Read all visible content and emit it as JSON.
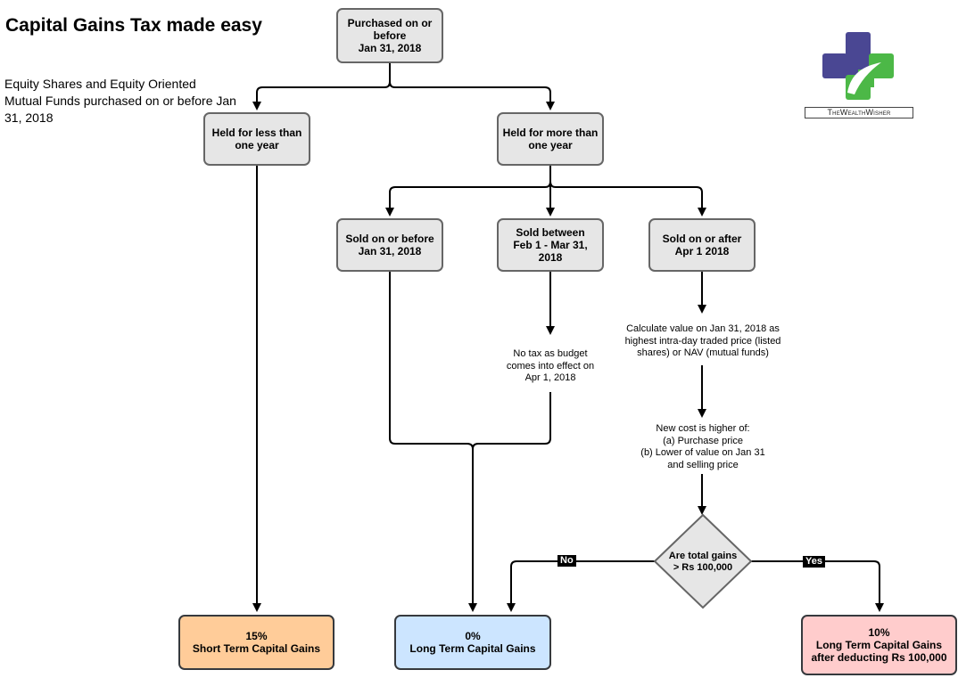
{
  "header": {
    "title": "Capital Gains Tax made easy",
    "subtitle": "Equity Shares and Equity Oriented Mutual Funds purchased on or before Jan 31, 2018"
  },
  "logo": {
    "icon": "plus-cross-leaf",
    "caption": "TheWealthWisher",
    "colors": {
      "purple": "#4a4793",
      "green": "#4cb847"
    }
  },
  "nodes": {
    "purchased": "Purchased on or\nbefore\nJan 31, 2018",
    "held_less": "Held for less than\none year",
    "held_more": "Held for more than\none year",
    "sold_before": "Sold on or before\nJan 31, 2018",
    "sold_between": "Sold between\nFeb 1 - Mar 31, 2018",
    "sold_after": "Sold on or after\nApr 1 2018",
    "no_tax_note": "No tax as budget\ncomes into effect on\nApr 1, 2018",
    "calc_note": "Calculate value on Jan 31, 2018 as\nhighest intra-day traded price (listed\nshares) or NAV (mutual funds)",
    "cost_note": "New cost is higher of:\n(a) Purchase price\n(b) Lower of value on Jan 31\nand selling price",
    "decision": "Are total gains\n> Rs 100,000",
    "edge_no": "No",
    "edge_yes": "Yes",
    "result_stcg": "15%\nShort Term Capital Gains",
    "result_ltcg_zero": "0%\nLong Term Capital Gains",
    "result_ltcg_ten": "10%\nLong Term Capital Gains\nafter deducting Rs 100,000"
  },
  "colors": {
    "box_fill": "#e6e6e6",
    "box_border": "#666666",
    "stcg_fill": "#ffcc99",
    "stcg_border": "#36393d",
    "ltcg_zero_fill": "#cce5ff",
    "ltcg_zero_border": "#36393d",
    "ltcg_ten_fill": "#ffcccc",
    "ltcg_ten_border": "#36393d"
  }
}
